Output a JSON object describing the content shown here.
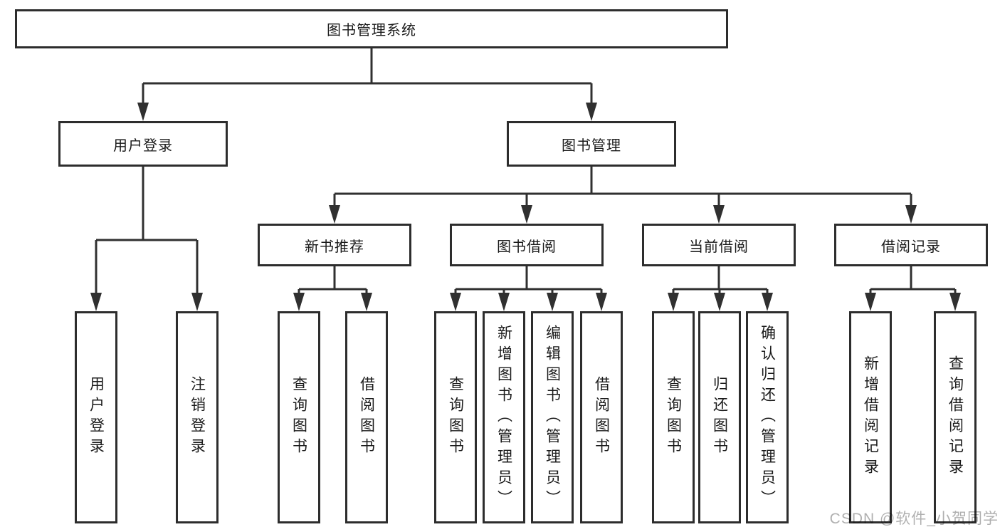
{
  "title": "图书管理系统",
  "watermark": {
    "text": "CSDN @软件_小贺同学",
    "color": "#b0b0b0"
  },
  "colors": {
    "line": "#303030",
    "border": "#2d2d2d",
    "text": "#1a1a1a",
    "background": "#ffffff"
  },
  "tree": {
    "label": "图书管理系统",
    "children": [
      {
        "label": "用户登录",
        "children": [
          {
            "label": "用户登录"
          },
          {
            "label": "注销登录"
          }
        ]
      },
      {
        "label": "图书管理",
        "children": [
          {
            "label": "新书推荐",
            "children": [
              {
                "label": "查询图书"
              },
              {
                "label": "借阅图书"
              }
            ]
          },
          {
            "label": "图书借阅",
            "children": [
              {
                "label": "查询图书"
              },
              {
                "label": "新增图书（管理员）"
              },
              {
                "label": "编辑图书（管理员）"
              },
              {
                "label": "借阅图书"
              }
            ]
          },
          {
            "label": "当前借阅",
            "children": [
              {
                "label": "查询图书"
              },
              {
                "label": "归还图书"
              },
              {
                "label": "确认归还（管理员）"
              }
            ]
          },
          {
            "label": "借阅记录",
            "children": [
              {
                "label": "新增借阅记录"
              },
              {
                "label": "查询借阅记录"
              }
            ]
          }
        ]
      }
    ]
  }
}
